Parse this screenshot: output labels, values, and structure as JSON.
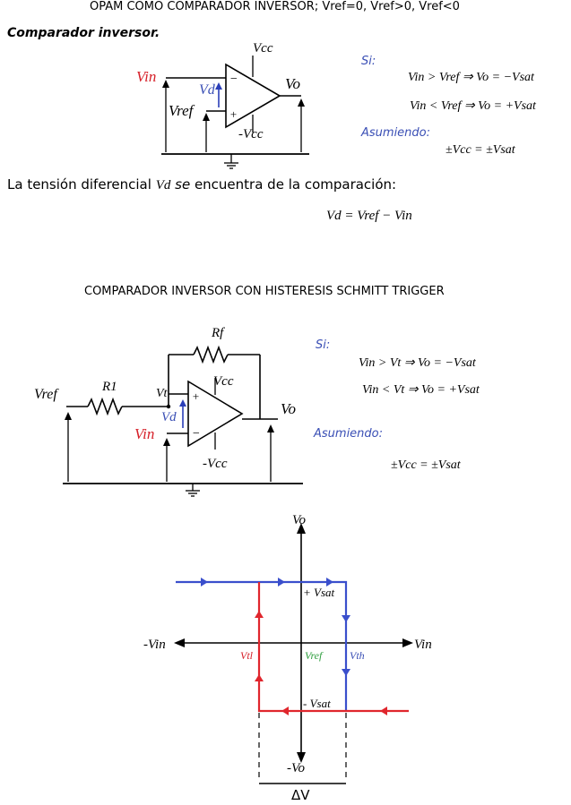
{
  "titles": {
    "top": "OPAM COMO COMPARADOR INVERSOR; Vref=0, Vref>0, Vref<0",
    "middle": "COMPARADOR INVERSOR CON HISTERESIS SCHMITT TRIGGER"
  },
  "section1": {
    "heading": "Comparador inversor.",
    "labels": {
      "vin": "Vin",
      "vd": "Vd",
      "vref": "Vref",
      "vo": "Vo",
      "vcc_top": "Vcc",
      "vcc_bot": "-Vcc"
    },
    "si": "Si:",
    "eq1": "Vin > Vref ⇒ Vo = −Vsat",
    "eq2": "Vin < Vref ⇒ Vo = +Vsat",
    "asumiendo": "Asumiendo:",
    "eq3": "±Vcc = ±Vsat",
    "paragraph_a": "La tensión diferencial ",
    "paragraph_vd": "Vd",
    "paragraph_b": " se",
    "paragraph_c": " encuentra de la comparación:",
    "eq4": "Vd = Vref − Vin"
  },
  "section2": {
    "labels": {
      "rf": "Rf",
      "r1": "R1",
      "vt": "Vt",
      "vcc_top": "Vcc",
      "vcc_bot": "-Vcc",
      "vref": "Vref",
      "vd": "Vd",
      "vin": "Vin",
      "vo": "Vo"
    },
    "si": "Si:",
    "eq1": "Vin > Vt ⇒ Vo = −Vsat",
    "eq2": "Vin < Vt ⇒ Vo = +Vsat",
    "asumiendo": "Asumiendo:",
    "eq3": "±Vcc = ±Vsat"
  },
  "graph": {
    "vo_pos": "Vo",
    "vo_neg": "-Vo",
    "vin_neg": "-Vin",
    "vin_pos": "Vin",
    "plus_vsat": "+ Vsat",
    "minus_vsat": "- Vsat",
    "vtl": "Vtl",
    "vref": "Vref",
    "vth": "Vth",
    "delta": "ΔV",
    "colors": {
      "high": "#3a4fcc",
      "low": "#e0262d",
      "ref": "#2e9e3e"
    }
  }
}
